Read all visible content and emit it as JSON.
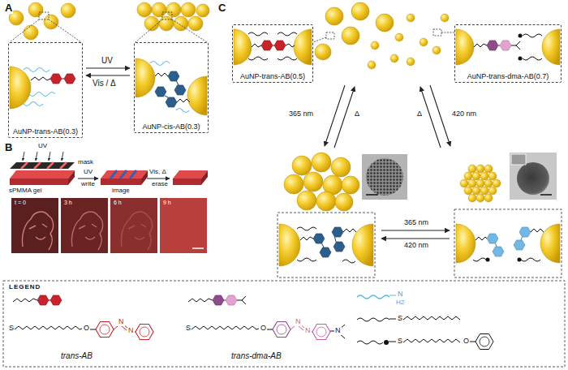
{
  "diagram": {
    "nodes": [
      {
        "text": [
          "AuNP-trans-AB(0.3)"
        ]
      },
      {
        "text": [
          "AuNP-cis-AB(0.3)"
        ]
      },
      {
        "text": [
          "AuNP-trans-AB(0.5)"
        ]
      },
      {
        "text": [
          "AuNP-trans-dma-AB(0.7)"
        ]
      }
    ],
    "labels": [
      "A",
      "UV",
      "Vis / Δ",
      "B",
      "UV",
      "mask",
      "sPMMA gel",
      "UV",
      "write",
      "image",
      "Vis, Δ",
      "erase",
      "t = 0",
      "3 h",
      "6 h",
      "9 h",
      "C",
      "365 nm",
      "Δ",
      "Δ",
      "420 nm",
      "365 nm",
      "420 nm",
      "LEGEND",
      "N",
      "H2",
      "S",
      "S",
      "O",
      "S",
      "O",
      "N",
      "N",
      "S",
      "O",
      "N",
      "N",
      "N"
    ],
    "legend": [
      {
        "text": "trans-AB"
      },
      {
        "text": "trans-dma-AB"
      }
    ]
  }
}
